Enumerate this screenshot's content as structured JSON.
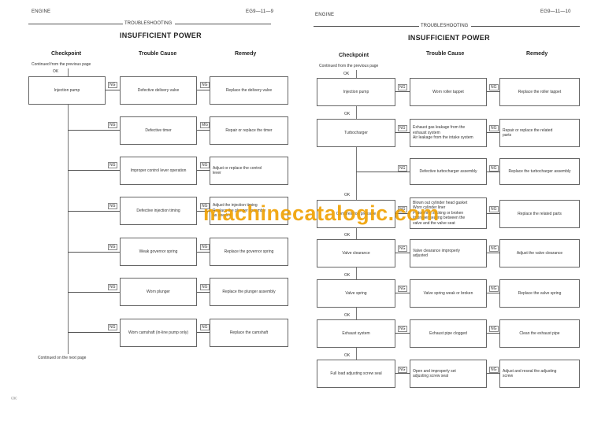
{
  "left_page": {
    "section": "ENGINE",
    "page_number": "EG9—11—9",
    "subheader": "TROUBLESHOOTING",
    "title": "INSUFFICIENT POWER",
    "col_checkpoint": "Checkpoint",
    "col_cause": "Trouble Cause",
    "col_remedy": "Remedy",
    "continued_from": "Continued from the previous page",
    "ok": "OK",
    "ng": "NG",
    "checkpoint": "Injection pump",
    "rows": [
      {
        "cause": "Defective delivery valve",
        "remedy": "Replace the delivery valve",
        "ng_remedy": "NG"
      },
      {
        "cause": "Defective timer",
        "remedy": "Repair or replace the timer",
        "ng_remedy": "MG"
      },
      {
        "cause": "Improper control lever operation",
        "remedy": "Adjust or replace the control\nlever",
        "ng_remedy": "NG"
      },
      {
        "cause": "Defective injection timing",
        "remedy": "Adjust the injection timing\nReplace the plunger assembly\nas needed",
        "ng_remedy": "NG"
      },
      {
        "cause": "Weak governor spring",
        "remedy": "Replace the governor spring",
        "ng_remedy": "NG"
      },
      {
        "cause": "Worn plunger",
        "remedy": "Replace the plunger assembly",
        "ng_remedy": "NG"
      },
      {
        "cause": "Worn camshaft (in-line pump only)",
        "remedy": "Replace the camshaft",
        "ng_remedy": "NG"
      }
    ],
    "continued_on": "Continued on the next page",
    "corner_mark": "ᶜᵃᶜ"
  },
  "right_page": {
    "section": "ENGINE",
    "page_number": "EG9—11—10",
    "subheader": "TROUBLESHOOTING",
    "title": "INSUFFICIENT POWER",
    "col_checkpoint": "Checkpoint",
    "col_cause": "Trouble Cause",
    "col_remedy": "Remedy",
    "continued_from": "Continued from the previous page",
    "ok": "OK",
    "ng": "NG",
    "rows": [
      {
        "checkpoint": "Injection pump",
        "cause": "Worn roller tappet",
        "remedy": "Replace the roller tappet"
      },
      {
        "checkpoint": "Turbocharger",
        "cause": "Exhaust gas leakage from the\nexhaust system\nAir leakage from the intake system",
        "remedy": "Repair or replace the related\nparts"
      },
      {
        "checkpoint": "",
        "cause": "Defective turbocharger assembly",
        "remedy": "Replace the turbocharger assembly"
      },
      {
        "checkpoint": "Compression pressure",
        "cause": "Blown out cylinder head gasket\nWorn cylinder liner\nPiston ring sticking or broken\nImproper seating between the\nvalve and the valve seat",
        "remedy": "Replace the related parts"
      },
      {
        "checkpoint": "Valve clearance",
        "cause": "Valve clearance improperly\nadjusted",
        "remedy": "Adjust the valve clearance"
      },
      {
        "checkpoint": "Valve spring",
        "cause": "Valve spring weak or broken",
        "remedy": "Replace the valve spring"
      },
      {
        "checkpoint": "Exhaust system",
        "cause": "Exhaust pipe clogged",
        "remedy": "Clean the exhaust pipe"
      },
      {
        "checkpoint": "Full load adjusting screw seal",
        "cause": "Open and improperly set\nadjusting screw seal",
        "remedy": "Adjust and reseal the adjusting\nscrew"
      }
    ]
  },
  "watermark": "machinecatalogic.com"
}
